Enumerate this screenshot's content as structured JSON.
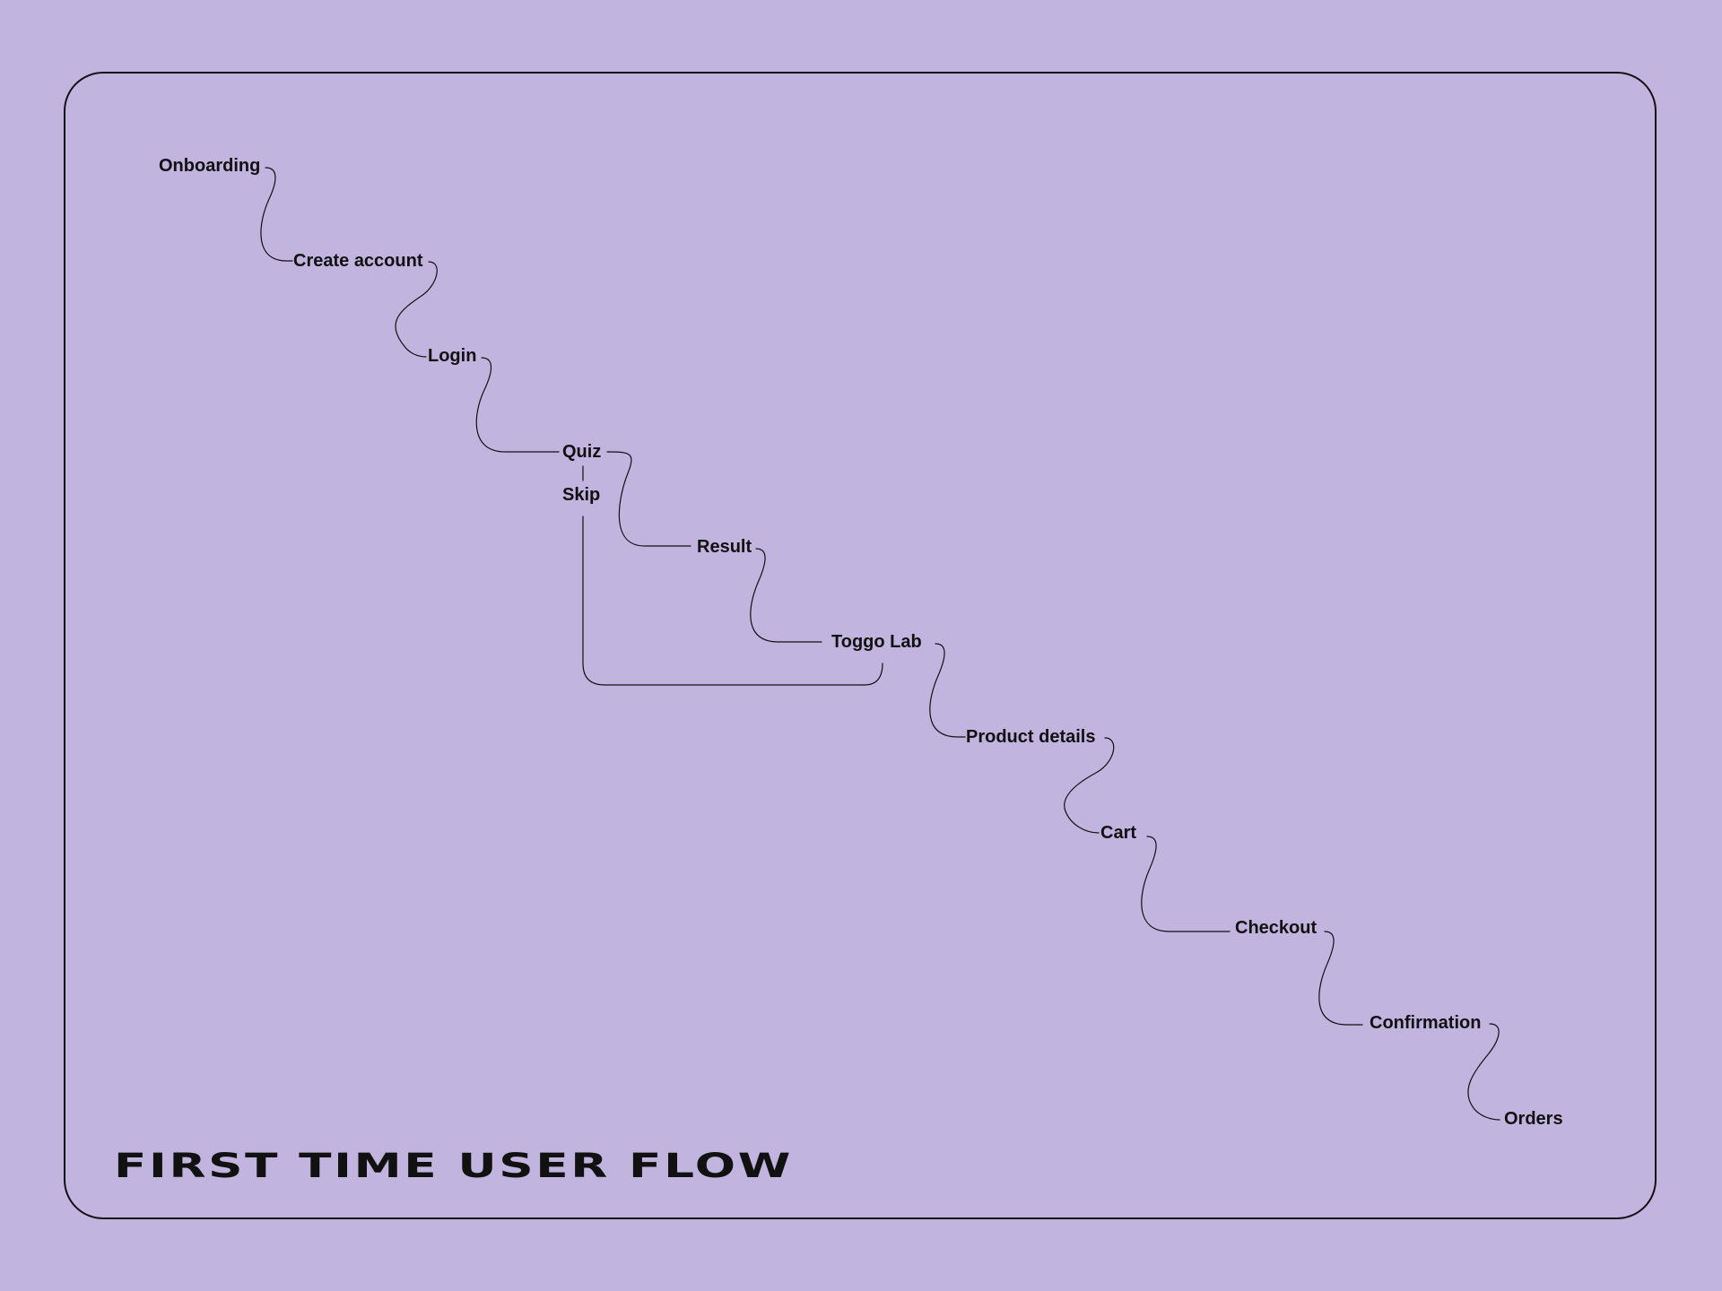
{
  "title": "FIRST TIME USER FLOW",
  "colors": {
    "background": "#c1b5e0",
    "ink": "#111111"
  },
  "nodes": {
    "onboarding": "Onboarding",
    "create_account": "Create account",
    "login": "Login",
    "quiz": "Quiz",
    "skip": "Skip",
    "result": "Result",
    "toggo_lab": "Toggo Lab",
    "product_details": "Product details",
    "cart": "Cart",
    "checkout": "Checkout",
    "confirmation": "Confirmation",
    "orders": "Orders"
  }
}
